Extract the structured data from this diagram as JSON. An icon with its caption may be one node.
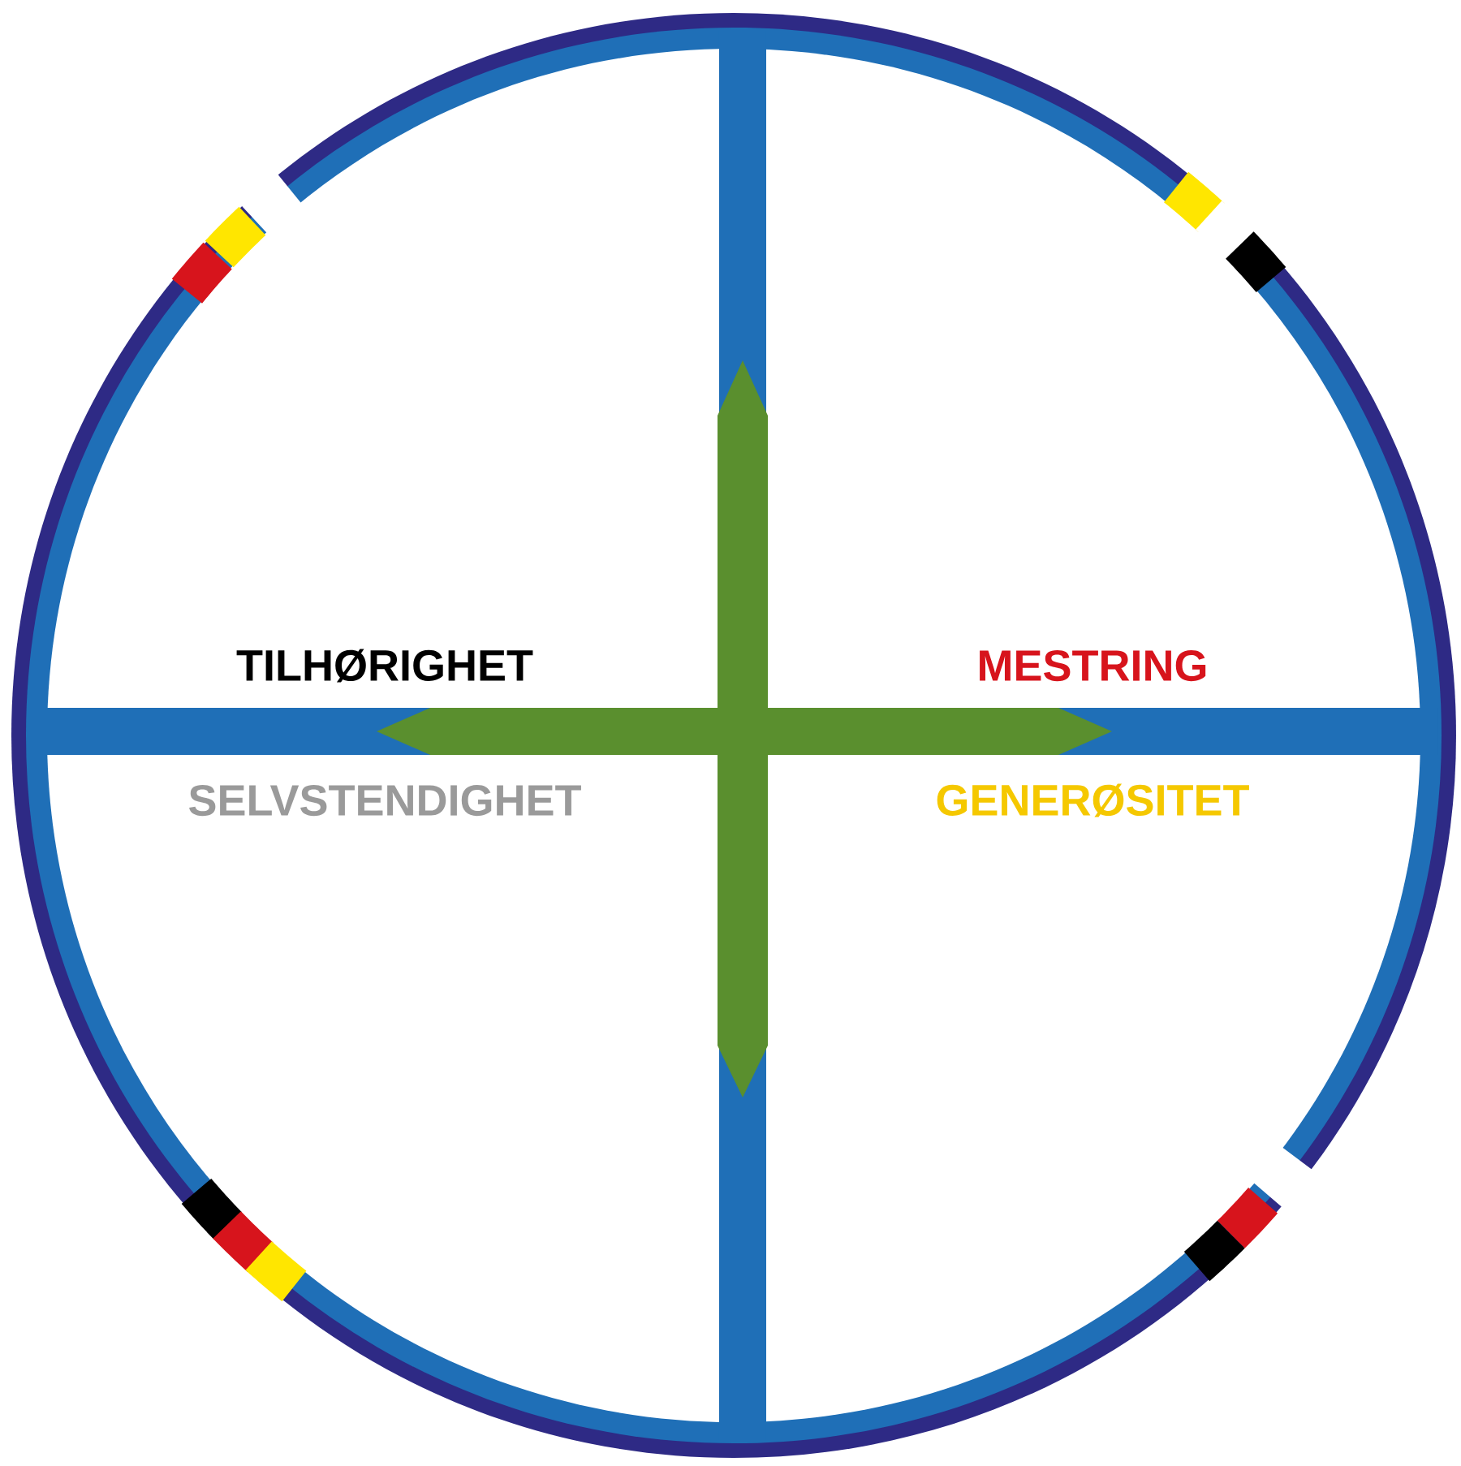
{
  "diagram": {
    "labels": [
      "TILHØRIGHET",
      "MESTRING",
      "SELVSTENDIGHET",
      "GENERØSITET"
    ]
  }
}
